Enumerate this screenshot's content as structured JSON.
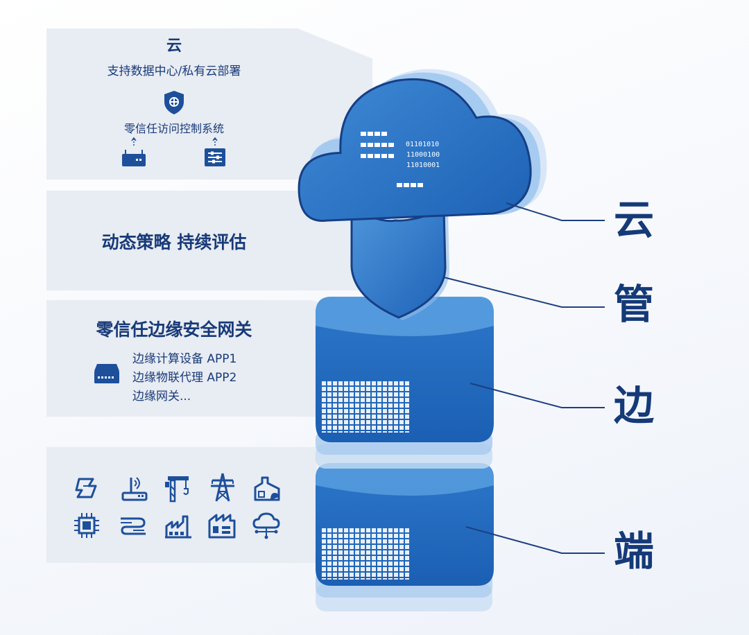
{
  "cloud_section": {
    "title": "云",
    "subtitle": "支持数据中心/私有云部署",
    "system": "零信任访问控制系统",
    "icons": [
      "shield-icon",
      "router-icon",
      "control-panel-icon"
    ]
  },
  "strategy_section": {
    "title": "动态策略 持续评估"
  },
  "edge_section": {
    "title": "零信任边缘安全网关",
    "items": [
      "边缘计算设备  APP1",
      "边缘物联代理  APP2",
      "边缘网关..."
    ],
    "icon": "edge-device-icon"
  },
  "device_section": {
    "icons": [
      "steel-beam-icon",
      "wireless-router-icon",
      "crane-icon",
      "power-tower-icon",
      "factory-icon",
      "chip-icon",
      "wind-flow-icon",
      "industrial-plant-icon",
      "manufacturing-icon",
      "cloud-network-icon"
    ]
  },
  "cloud_binary": [
    "01101010",
    "11000100",
    "11010001"
  ],
  "labels": {
    "cloud": "云",
    "pipe": "管",
    "edge": "边",
    "end": "端"
  },
  "colors": {
    "primary": "#1f63b8",
    "light": "#4c93d8",
    "dark": "#173a78",
    "band": "#e8ecf3"
  }
}
